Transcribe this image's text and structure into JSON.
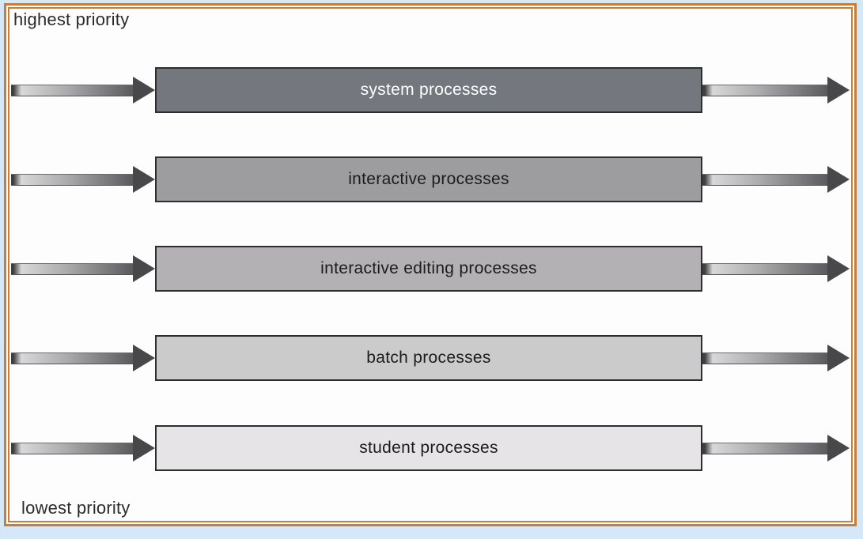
{
  "diagram": {
    "top_label": "highest priority",
    "bottom_label": "lowest priority",
    "queues": [
      {
        "label": "system processes",
        "fill": "#75777e",
        "text_color": "#ffffff"
      },
      {
        "label": "interactive processes",
        "fill": "#9d9d9f",
        "text_color": "#1c1c1c"
      },
      {
        "label": "interactive editing processes",
        "fill": "#b3b1b4",
        "text_color": "#1c1c1c"
      },
      {
        "label": "batch processes",
        "fill": "#cbcbcb",
        "text_color": "#1c1c1c"
      },
      {
        "label": "student processes",
        "fill": "#e6e4e6",
        "text_color": "#1c1c1c"
      }
    ],
    "colors": {
      "page_background": "#d5e8f8",
      "canvas_background": "#fdfdfd",
      "frame_border": "#c87e38",
      "box_border": "#2e2e30",
      "arrow_dark": "#48484b",
      "arrow_light": "#d8d8d8"
    }
  }
}
